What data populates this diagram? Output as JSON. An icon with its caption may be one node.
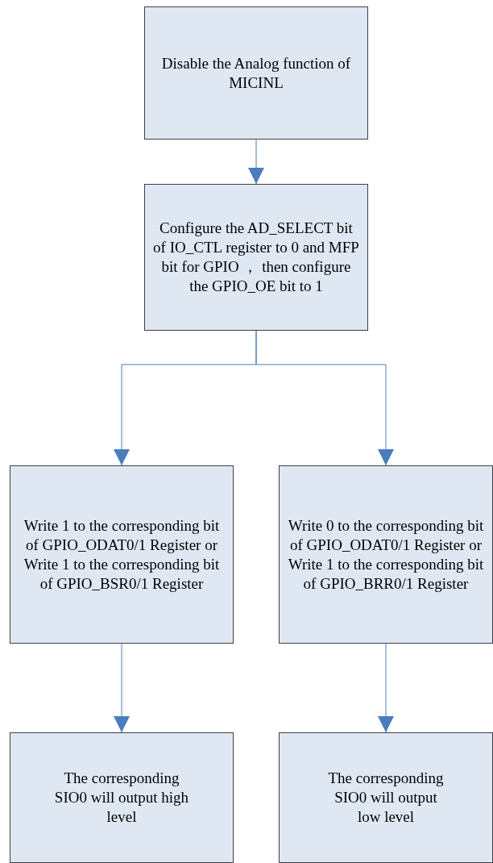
{
  "diagram": {
    "nodes": [
      {
        "text": [
          "Disable the Analog function of MICINL"
        ]
      },
      {
        "text": [
          "Configure the AD_SELECT bit of IO_CTL register  to 0 and MFP bit for GPIO ， then configure the GPIO_OE bit to 1"
        ]
      },
      {
        "text": [
          "Write 1 to the corresponding bit of GPIO_ODAT0/1 Register or Write 1 to the corresponding bit of GPIO_BSR0/1 Register"
        ]
      },
      {
        "text": [
          "Write 0 to the corresponding bit of GPIO_ODAT0/1 Register or Write 1 to the corresponding bit of GPIO_BRR0/1 Register"
        ]
      },
      {
        "text": [
          "The corresponding SIO0 will output high level"
        ]
      },
      {
        "text": [
          "The corresponding SIO0 will output low level"
        ]
      }
    ],
    "edges": [
      {
        "from": 0,
        "to": 1,
        "arrow": "to"
      },
      {
        "from": 1,
        "to": 2,
        "arrow": "to"
      },
      {
        "from": 1,
        "to": 3,
        "arrow": "to"
      },
      {
        "from": 2,
        "to": 4,
        "arrow": "to"
      },
      {
        "from": 3,
        "to": 5,
        "arrow": "to"
      }
    ]
  }
}
